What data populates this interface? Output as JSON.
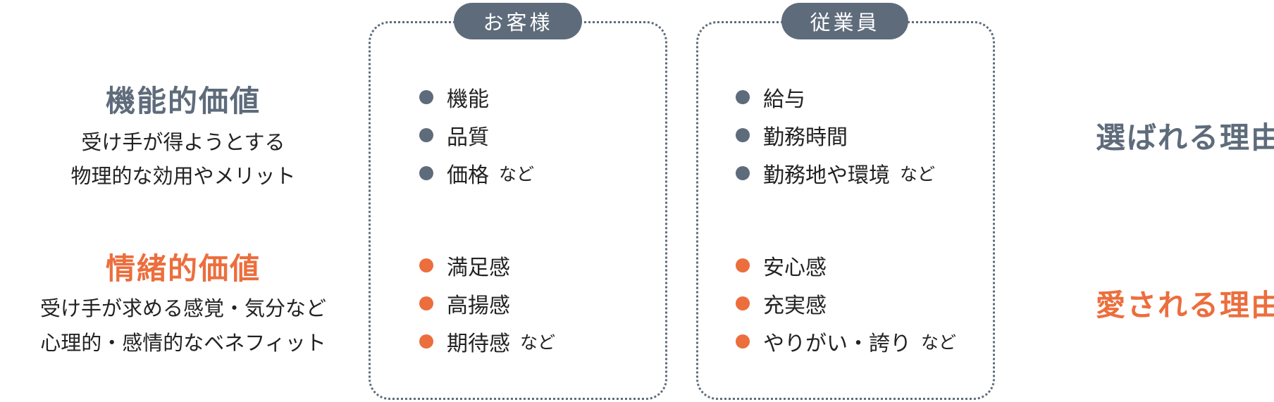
{
  "colors": {
    "gray": "#5e6b7b",
    "orange": "#ec6e3d",
    "band_functional": "#e8eaec",
    "band_emotional": "#fceae5"
  },
  "columns": {
    "customer": "お客様",
    "employee": "従業員"
  },
  "functional": {
    "title": "機能的価値",
    "desc_line1": "受け手が得ようとする",
    "desc_line2": "物理的な効用やメリット",
    "customer_items": [
      "機能",
      "品質",
      "価格"
    ],
    "employee_items": [
      "給与",
      "勤務時間",
      "勤務地や環境"
    ],
    "reason": "選ばれる理由"
  },
  "emotional": {
    "title": "情緒的価値",
    "desc_line1": "受け手が求める感覚・気分など",
    "desc_line2": "心理的・感情的なベネフィット",
    "customer_items": [
      "満足感",
      "高揚感",
      "期待感"
    ],
    "employee_items": [
      "安心感",
      "充実感",
      "やりがい・誇り"
    ],
    "reason": "愛される理由"
  },
  "etc_label": "など"
}
